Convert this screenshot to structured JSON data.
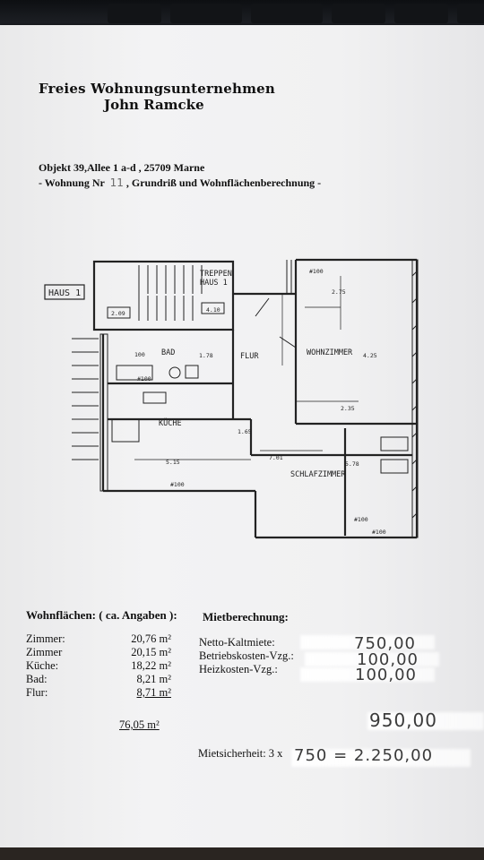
{
  "header": {
    "company_line1": "Freies Wohnungsunternehmen",
    "company_line2": "John Ramcke"
  },
  "object": {
    "address": "Objekt 39,Allee 1 a-d , 25709 Marne",
    "subtitle_prefix": "- Wohnung Nr",
    "apartment_no": "11",
    "subtitle_suffix": "Grundriß und Wohnflächenberechnung -"
  },
  "floorplan": {
    "labels": {
      "haus": "HAUS 1",
      "treppenhaus_1": "TREPPEN",
      "treppenhaus_2": "HAUS 1",
      "bad": "BAD",
      "flur": "FLUR",
      "kueche": "KÜCHE",
      "wohnzimmer": "WOHNZIMMER",
      "schlafzimmer": "SCHLAFZIMMER"
    },
    "dims": {
      "d1": "2.09",
      "d2": "4.10",
      "d3": "100",
      "d4": "#100",
      "d5": "#100",
      "d6": "#100",
      "d7": "1.78",
      "d8": "4.25",
      "d9": "2.75",
      "d10": "5.15",
      "d11": "5.78",
      "d12": "7.01",
      "d13": "2.35",
      "d14": "1.65",
      "d15": "#100",
      "d16": "#100"
    }
  },
  "wohnflaechen": {
    "heading": "Wohnflächen: ( ca. Angaben ):",
    "rows": [
      {
        "name": "Zimmer:",
        "value": "20,76 m²"
      },
      {
        "name": "Zimmer",
        "value": "20,15 m²"
      },
      {
        "name": "Küche:",
        "value": "18,22 m²"
      },
      {
        "name": "Bad:",
        "value": "8,21 m²"
      },
      {
        "name": "Flur:",
        "value": "8,71 m²"
      }
    ],
    "total": "76,05 m²"
  },
  "mietberechnung": {
    "heading": "Mietberechnung:",
    "rows": [
      {
        "name": "Netto-Kaltmiete:",
        "value": "750,00"
      },
      {
        "name": "Betriebskosten-Vzg.:",
        "value": "100,00"
      },
      {
        "name": "Heizkosten-Vzg.:",
        "value": "100,00"
      }
    ],
    "sum": "950,00",
    "deposit_label": "Mietsicherheit: 3 x",
    "deposit_value": "750 = 2.250,00"
  }
}
